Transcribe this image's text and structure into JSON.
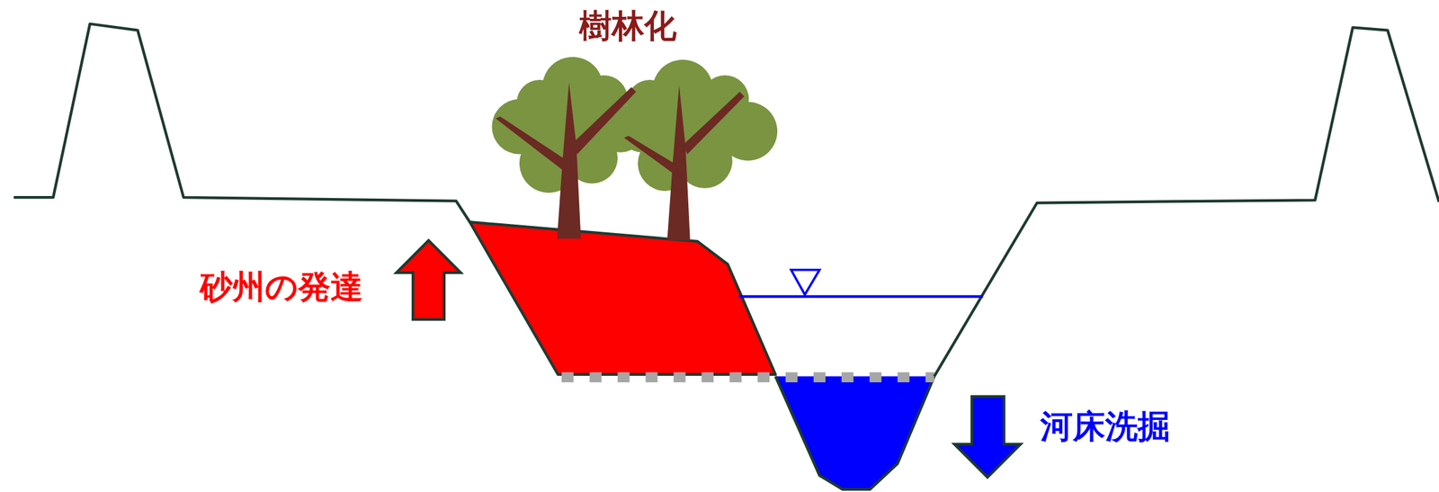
{
  "diagram": {
    "labels": [
      "樹林化",
      "砂州の発達",
      "河床洗掘"
    ]
  }
}
